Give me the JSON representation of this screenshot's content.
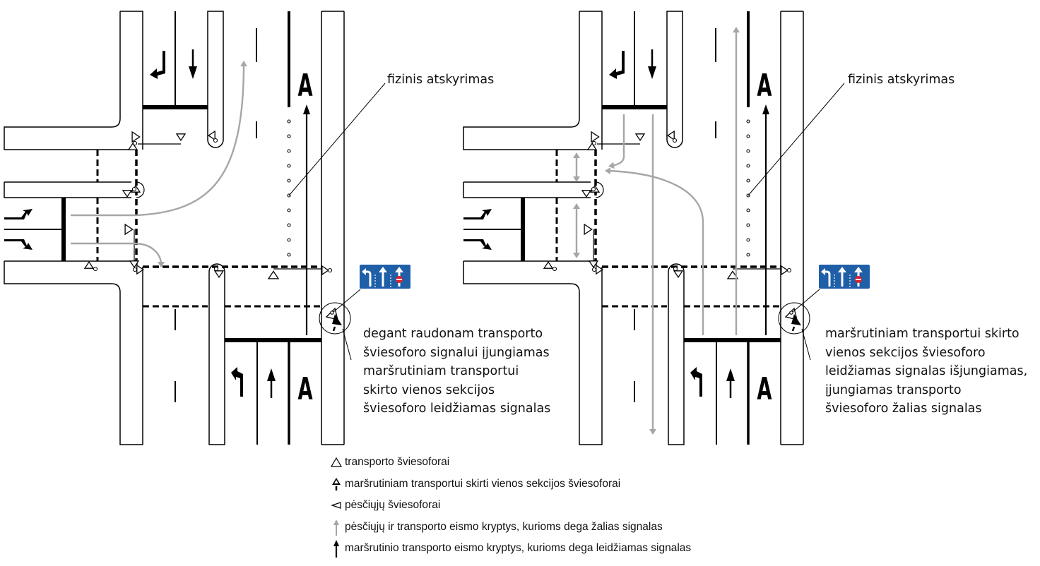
{
  "diagrams": [
    {
      "id": "phase-1",
      "label_physical_separation": "fizinis atskyrimas",
      "callout_lines": [
        "degant raudonam transporto",
        "šviesoforo signalui įjungiamas",
        "maršrutiniam transportui",
        "skirto vienos sekcijos",
        "šviesoforo leidžiamas signalas"
      ],
      "lane_marking_letter": "A"
    },
    {
      "id": "phase-2",
      "label_physical_separation": "fizinis atskyrimas",
      "callout_lines": [
        "maršrutiniam transportui skirto",
        "vienos sekcijos šviesoforo",
        "leidžiamas signalas išjungiamas,",
        "įjungiamas  transporto",
        "šviesoforo žalias signalas"
      ],
      "lane_marking_letter": "A"
    }
  ],
  "legend": [
    {
      "icon": "triangle-outline-icon",
      "text": "transporto šviesoforai"
    },
    {
      "icon": "bus-signal-triangle-icon",
      "text": "maršrutiniam transportui skirti vienos sekcijos šviesoforai"
    },
    {
      "icon": "pedestrian-signal-icon",
      "text": "pėsčiųjų šviesoforai"
    },
    {
      "icon": "grey-arrow-icon",
      "text": "pėsčiųjų ir transporto eismo kryptys, kurioms dega žalias signalas"
    },
    {
      "icon": "black-arrow-icon",
      "text": "maršrutinio transporto eismo kryptys, kurioms dega leidžiamas signalas"
    }
  ],
  "colors": {
    "line": "#000000",
    "green_flow_arrow": "#a6a6a6",
    "sign_blue": "#1f5fa8",
    "sign_red": "#e0202a"
  }
}
